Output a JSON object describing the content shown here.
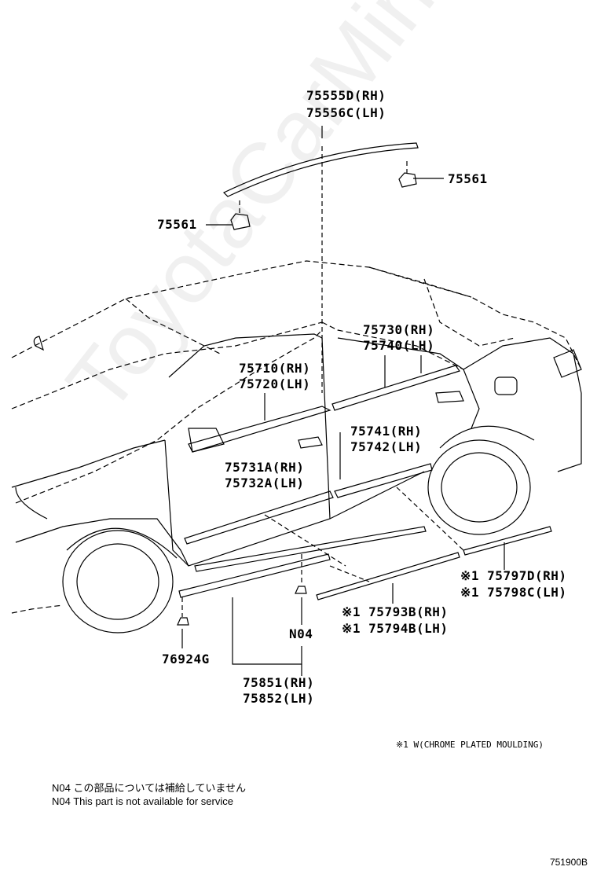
{
  "labels": {
    "roof_rh": "75555D(RH)",
    "roof_lh": "75556C(LH)",
    "clip_right": "75561",
    "clip_left": "75561",
    "rear_upper_rh": "75730(RH)",
    "rear_upper_lh": "75740(LH)",
    "front_upper_rh": "75710(RH)",
    "front_upper_lh": "75720(LH)",
    "rear_lower_rh": "75741(RH)",
    "rear_lower_lh": "75742(LH)",
    "front_lower_rh": "75731A(RH)",
    "front_lower_lh": "75732A(LH)",
    "rocker_rear_rh": "※1 75797D(RH)",
    "rocker_rear_lh": "※1 75798C(LH)",
    "rocker_mid_rh": "※1 75793B(RH)",
    "rocker_mid_lh": "※1 75794B(LH)",
    "n04": "N04",
    "clip_bottom": "76924G",
    "sill_rh": "75851(RH)",
    "sill_lh": "75852(LH)"
  },
  "legend": "※1 W(CHROME PLATED MOULDING)",
  "notes": {
    "jp": "N04  この部品については補給していません",
    "en": "N04  This part is not available for service"
  },
  "watermark": "ToyotaCarMine.ru",
  "diagram_code": "751900B"
}
